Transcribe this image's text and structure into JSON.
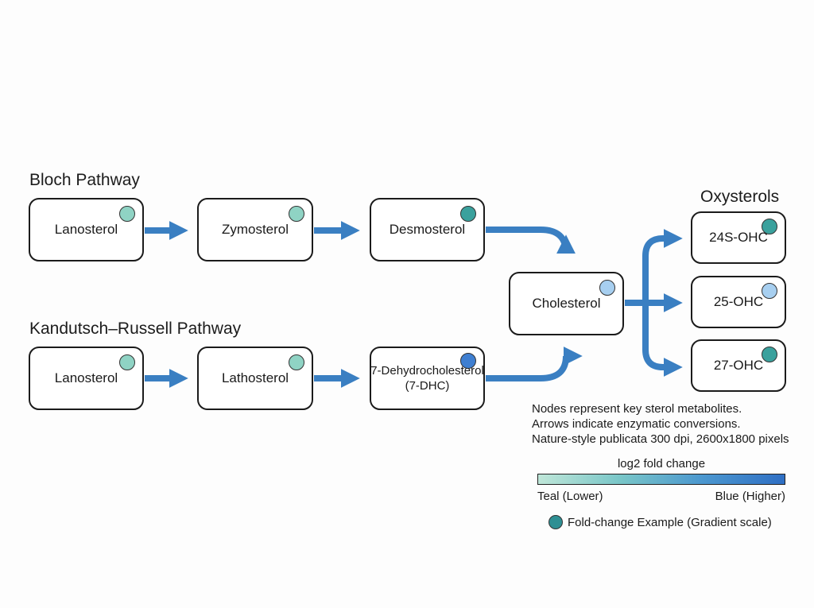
{
  "bloch": {
    "title": "Bloch Pathway",
    "nodes": [
      {
        "name": "Lanosterol",
        "color": "#8fd3c4"
      },
      {
        "name": "Zymosterol",
        "color": "#8fd3c4"
      },
      {
        "name": "Desmosterol",
        "color": "#3aa19d"
      }
    ]
  },
  "kr": {
    "title": "Kandutsch–Russell Pathway",
    "nodes": [
      {
        "name": "Lanosterol",
        "color": "#8fd3c4"
      },
      {
        "name": "Lathosterol",
        "color": "#8fd3c4"
      },
      {
        "name": "7-Dehydrocholesterol",
        "subname": "(7-DHC)",
        "color": "#3f7fd1"
      }
    ]
  },
  "cholesterol": {
    "name": "Cholesterol",
    "color": "#a7cff0"
  },
  "oxysterols": {
    "title": "Oxysterols",
    "nodes": [
      {
        "name": "24S-OHC",
        "color": "#3aa19d"
      },
      {
        "name": "25-OHC",
        "color": "#a7cff0"
      },
      {
        "name": "27-OHC",
        "color": "#3aa19d"
      }
    ]
  },
  "notes": [
    "Nodes represent key sterol metabolites.",
    "Arrows indicate enzymatic conversions.",
    "Nature-style publicata 300 dpi, 2600x1800 pixels"
  ],
  "legend": {
    "title": "log2 fold change",
    "low_label": "Teal (Lower)",
    "high_label": "Blue (Higher)",
    "example_label": "Fold-change Example (Gradient scale)",
    "example_color": "#2e8f93",
    "gradient_colors": [
      "#bfe6d8",
      "#79c6c8",
      "#4b97cf",
      "#2f6fc4"
    ]
  },
  "colors": {
    "arrow": "#3a7fc2",
    "border": "#1b1b1b"
  }
}
